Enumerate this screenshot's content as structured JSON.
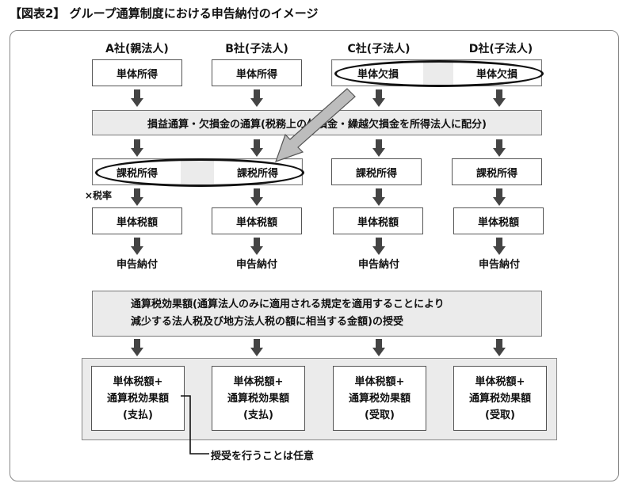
{
  "title": "【図表2】 グループ通算制度における申告納付のイメージ",
  "companies": [
    "A社(親法人)",
    "B社(子法人)",
    "C社(子法人)",
    "D社(子法人)"
  ],
  "row1": [
    "単体所得",
    "単体所得",
    "単体欠損",
    "単体欠損"
  ],
  "offset_box": "損益通算・欠損金の通算(税務上の欠損金・繰越欠損金を所得法人に配分)",
  "row2": [
    "課税所得",
    "課税所得",
    "課税所得",
    "課税所得"
  ],
  "tax_rate_label": "×税率",
  "row3": [
    "単体税額",
    "単体税額",
    "単体税額",
    "単体税額"
  ],
  "row4": [
    "申告納付",
    "申告納付",
    "申告納付",
    "申告納付"
  ],
  "effect_box": {
    "line1": "通算税効果額(通算法人のみに適用される規定を適用することにより",
    "line2": "減少する法人税及び地方法人税の額に相当する金額)の授受"
  },
  "results": [
    {
      "line1": "単体税額+",
      "line2": "通算税効果額",
      "line3": "(支払)"
    },
    {
      "line1": "単体税額+",
      "line2": "通算税効果額",
      "line3": "(支払)"
    },
    {
      "line1": "単体税額+",
      "line2": "通算税効果額",
      "line3": "(受取)"
    },
    {
      "line1": "単体税額+",
      "line2": "通算税効果額",
      "line3": "(受取)"
    }
  ],
  "note": "授受を行うことは任意"
}
